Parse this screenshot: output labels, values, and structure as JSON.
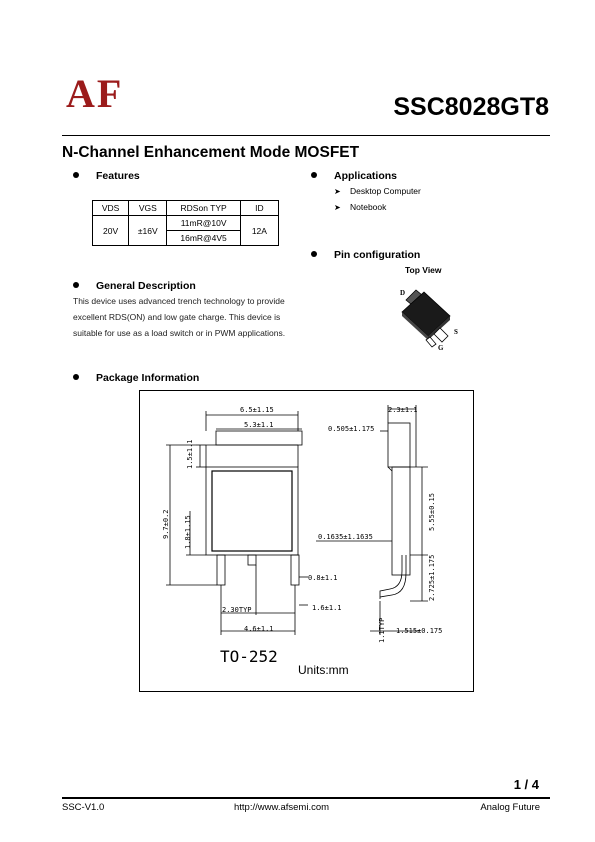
{
  "header": {
    "logo_text": "AF",
    "part_number": "SSC8028GT8"
  },
  "title": "N-Channel Enhancement Mode MOSFET",
  "features": {
    "heading": "Features",
    "table": {
      "headers": [
        "VDS",
        "VGS",
        "RDSon TYP",
        "ID"
      ],
      "vds": "20V",
      "vgs": "±16V",
      "rdson": [
        "11mR@10V",
        "16mR@4V5"
      ],
      "id": "12A"
    }
  },
  "applications": {
    "heading": "Applications",
    "items": [
      "Desktop Computer",
      "Notebook"
    ]
  },
  "general_description": {
    "heading": "General Description",
    "lines": [
      "This device uses advanced trench technology to provide",
      "excellent RDS(ON) and low gate charge. This device is",
      "suitable for use as a load switch or in PWM applications."
    ]
  },
  "pin_configuration": {
    "heading": "Pin configuration",
    "view_label": "Top View",
    "pins": {
      "d": "D",
      "s": "S",
      "g": "G"
    }
  },
  "package_information": {
    "heading": "Package Information",
    "package_name": "TO-252",
    "units": "Units:mm",
    "dims": {
      "total_width": "6.5±1.15",
      "tab_width": "5.3±1.1",
      "tab_height": "1.5±1.1",
      "overall_height": "9.7±0.2",
      "lead_length": "1.8±1.15",
      "lead_pitch": "2.30TYP",
      "lead_span": "4.6±1.1",
      "lead_width": "0.8±1.1",
      "lead_width_2": "1.6±1.1",
      "side_width": "2.3±1.1",
      "side_top": "0.505±1.175",
      "side_height": "5.55±0.15",
      "side_offset": "0.1635±1.1635",
      "side_lead": "2.725±1.175",
      "side_bottom_typ": "1.1TYP",
      "side_foot": "1.515±0.175"
    }
  },
  "footer": {
    "page": "1 / 4",
    "version": "SSC-V1.0",
    "url": "http://www.afsemi.com",
    "company": "Analog Future"
  }
}
